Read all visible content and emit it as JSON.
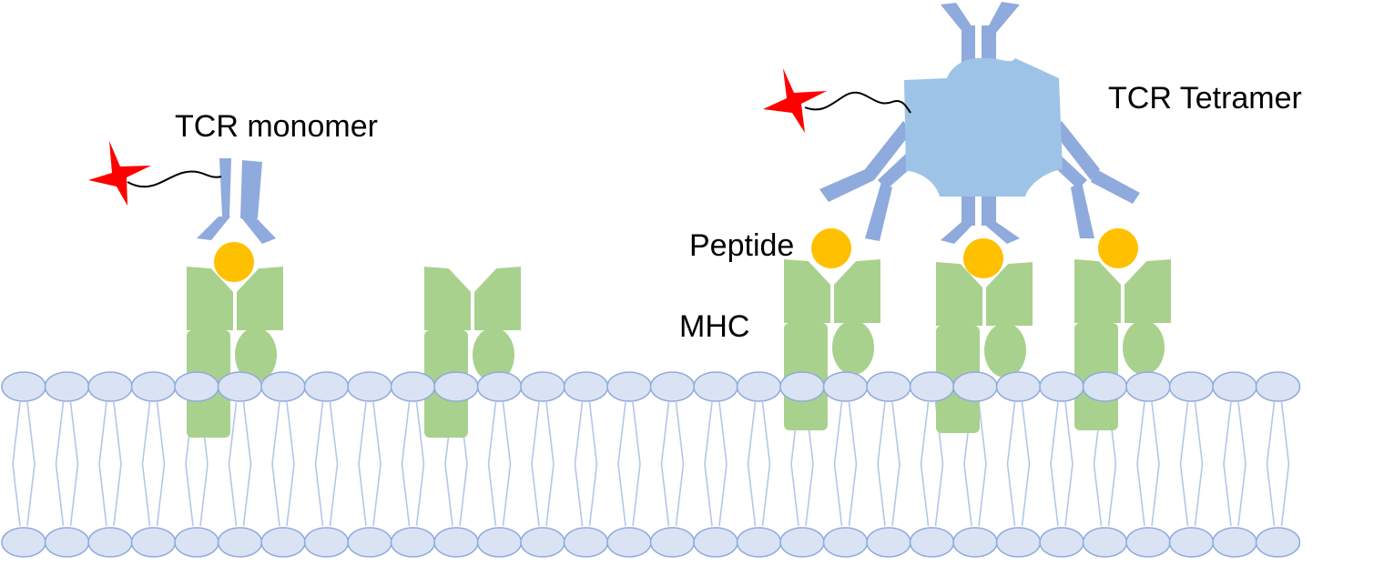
{
  "labels": {
    "monomer": "TCR monomer",
    "tetramer": "TCR Tetramer",
    "peptide": "Peptide",
    "mhc": "MHC"
  },
  "colors": {
    "membrane_head_fill": "#dae3f3",
    "membrane_head_stroke": "#8faadc",
    "membrane_tail": "#b4c7e7",
    "mhc": "#a9d18e",
    "peptide": "#ffc000",
    "tcr": "#8faadc",
    "streptavidin": "#9dc3e6",
    "fluorophore": "#ff0000"
  },
  "icons": {
    "fluorophore": "red-star-icon",
    "peptide": "peptide-circle-icon"
  }
}
